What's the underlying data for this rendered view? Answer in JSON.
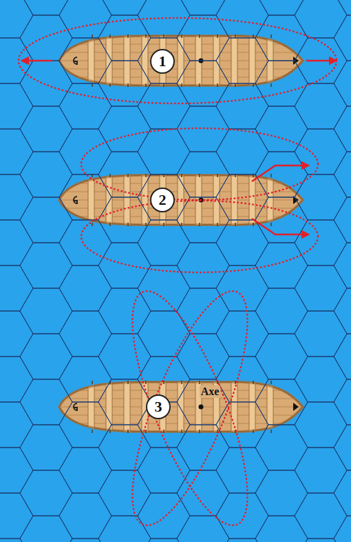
{
  "diagram": {
    "nodes": [
      {
        "text": [
          "1"
        ]
      },
      {
        "text": [
          "2"
        ]
      },
      {
        "text": [
          "3"
        ]
      }
    ],
    "labels": [
      "Axe"
    ]
  }
}
